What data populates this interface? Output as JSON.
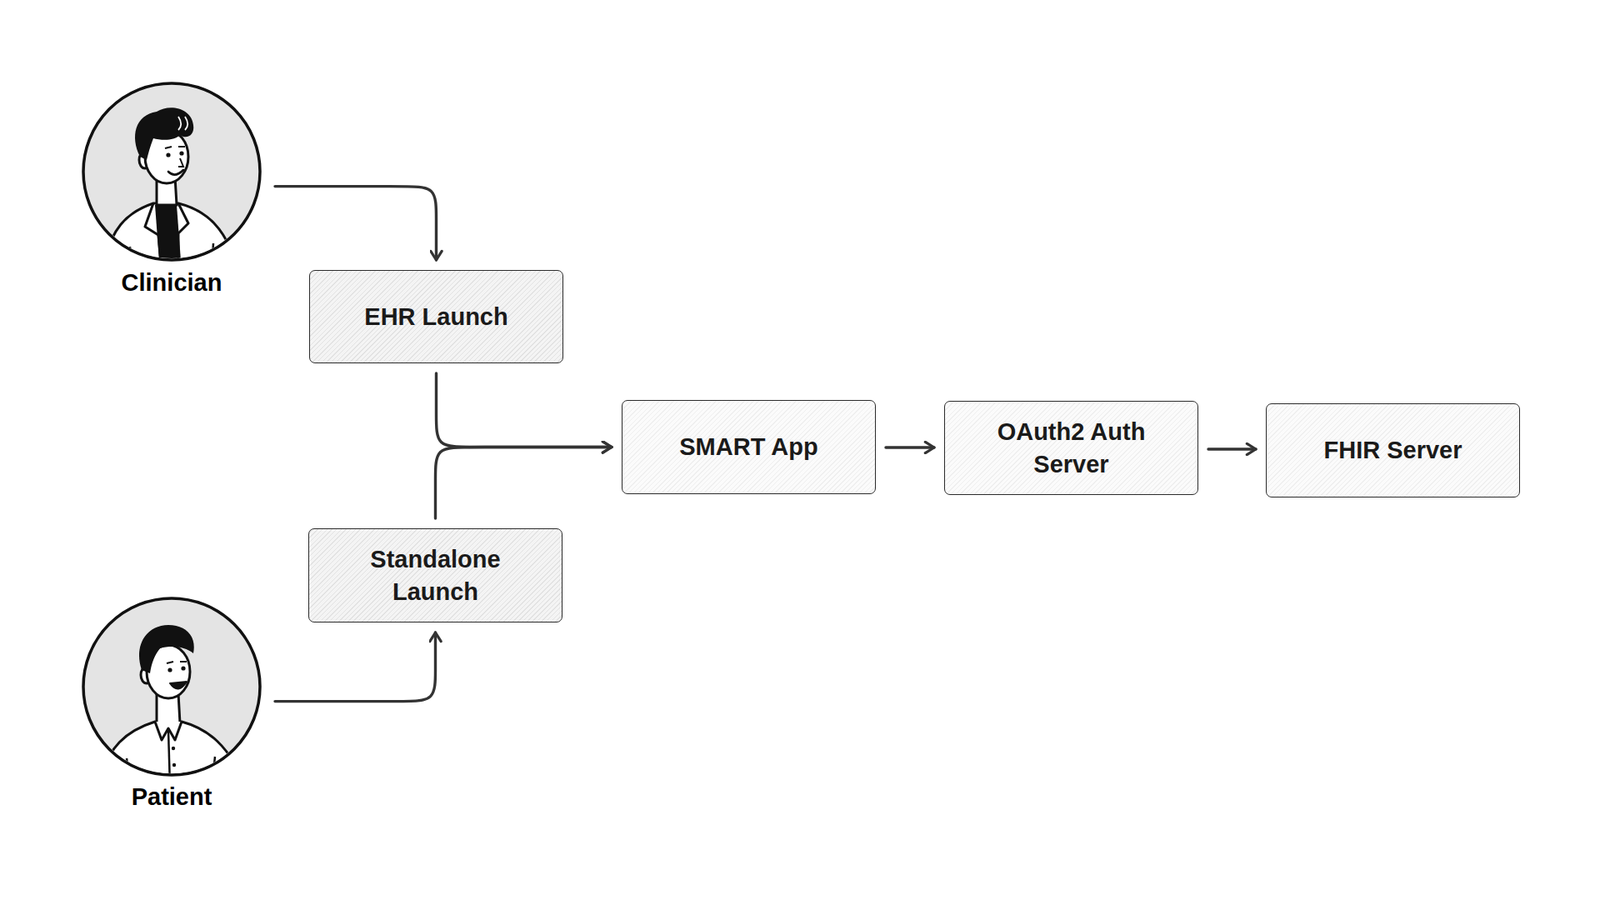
{
  "diagram": {
    "nodes": [
      {
        "text": [
          "Clinician"
        ]
      },
      {
        "text": [
          "Patient"
        ]
      },
      {
        "text": [
          "EHR Launch"
        ]
      },
      {
        "text": [
          "Standalone Launch"
        ]
      },
      {
        "text": [
          "SMART App"
        ]
      },
      {
        "text": [
          "OAuth2 Auth Server"
        ]
      },
      {
        "text": [
          "FHIR Server"
        ]
      }
    ],
    "edges": [
      {
        "from": 0,
        "to": 2,
        "arrow": "to"
      },
      {
        "from": 1,
        "to": 3,
        "arrow": "to"
      },
      {
        "from": 2,
        "to": 4,
        "arrow": "to"
      },
      {
        "from": 3,
        "to": 4,
        "arrow": "to"
      },
      {
        "from": 4,
        "to": 5,
        "arrow": "to"
      },
      {
        "from": 5,
        "to": 6,
        "arrow": "to"
      }
    ]
  }
}
